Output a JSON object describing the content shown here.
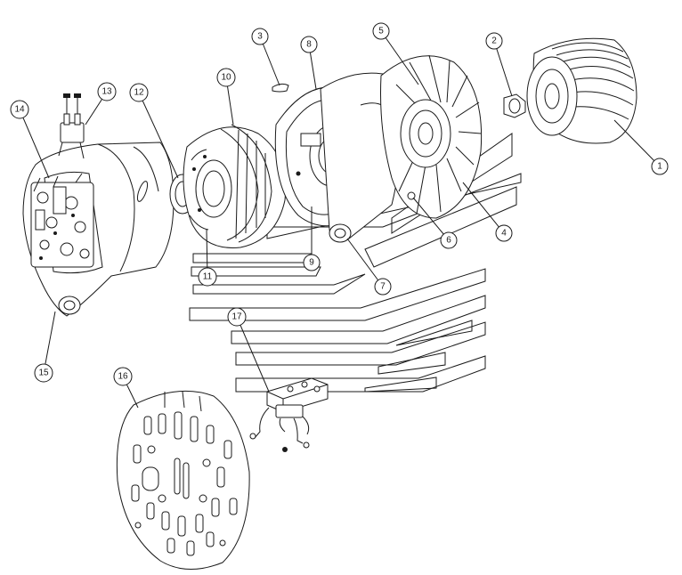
{
  "callouts": [
    {
      "id": "1",
      "label": "1"
    },
    {
      "id": "2",
      "label": "2"
    },
    {
      "id": "3",
      "label": "3"
    },
    {
      "id": "4",
      "label": "4"
    },
    {
      "id": "5",
      "label": "5"
    },
    {
      "id": "6",
      "label": "6"
    },
    {
      "id": "7",
      "label": "7"
    },
    {
      "id": "8",
      "label": "8"
    },
    {
      "id": "9",
      "label": "9"
    },
    {
      "id": "10",
      "label": "10"
    },
    {
      "id": "11",
      "label": "11"
    },
    {
      "id": "12",
      "label": "12"
    },
    {
      "id": "13",
      "label": "13"
    },
    {
      "id": "14",
      "label": "14"
    },
    {
      "id": "15",
      "label": "15"
    },
    {
      "id": "16",
      "label": "16"
    },
    {
      "id": "17",
      "label": "17"
    }
  ],
  "colors": {
    "line": "#1a1a1a",
    "background": "#ffffff"
  }
}
